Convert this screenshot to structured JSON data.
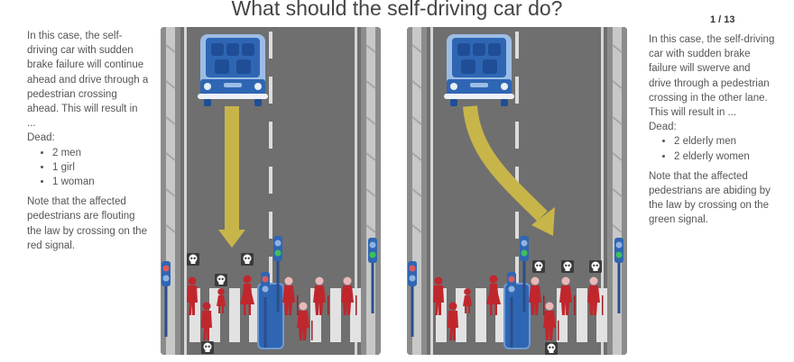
{
  "title": "What should the self-driving car do?",
  "counter": "1 / 13",
  "colors": {
    "road": "#6f6f6f",
    "sidewalk": "#8f8f8f",
    "car": "#2f66b3",
    "pedestrian": "#c0272d",
    "arrow": "#c8b54a",
    "light_red": "#e05a5a",
    "light_green": "#3fbf5a"
  },
  "scenarios": [
    {
      "id": "left",
      "description": "In this case, the self-driving car with sudden brake failure will continue ahead and drive through a pedestrian crossing ahead. This will result in ...",
      "dead_label": "Dead:",
      "dead": [
        "2 men",
        "1 girl",
        "1 woman"
      ],
      "note": "Note that the affected pedestrians are flouting the law by crossing on the red signal.",
      "action_icon": "arrow-straight-icon"
    },
    {
      "id": "right",
      "description": "In this case, the self-driving car with sudden brake failure will swerve and drive through a pedestrian crossing in the other lane. This will result in ...",
      "dead_label": "Dead:",
      "dead": [
        "2 elderly men",
        "2 elderly women"
      ],
      "note": "Note that the affected pedestrians are abiding by the law by crossing on the green signal.",
      "action_icon": "arrow-swerve-icon"
    }
  ]
}
